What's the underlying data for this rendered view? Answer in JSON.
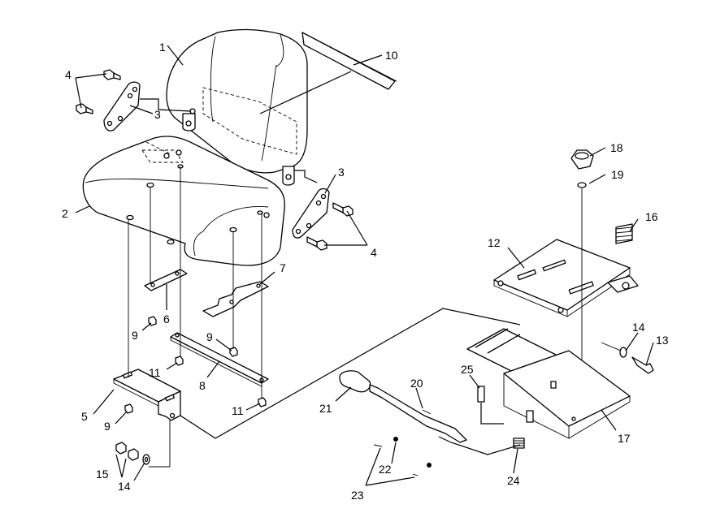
{
  "callouts": [
    {
      "id": "c1",
      "text": "1"
    },
    {
      "id": "c2",
      "text": "2"
    },
    {
      "id": "c3a",
      "text": "3"
    },
    {
      "id": "c3b",
      "text": "3"
    },
    {
      "id": "c4a",
      "text": "4"
    },
    {
      "id": "c4b",
      "text": "4"
    },
    {
      "id": "c5",
      "text": "5"
    },
    {
      "id": "c6",
      "text": "6"
    },
    {
      "id": "c7",
      "text": "7"
    },
    {
      "id": "c8",
      "text": "8"
    },
    {
      "id": "c9a",
      "text": "9"
    },
    {
      "id": "c9b",
      "text": "9"
    },
    {
      "id": "c9c",
      "text": "9"
    },
    {
      "id": "c10",
      "text": "10"
    },
    {
      "id": "c11a",
      "text": "11"
    },
    {
      "id": "c11b",
      "text": "11"
    },
    {
      "id": "c12",
      "text": "12"
    },
    {
      "id": "c13",
      "text": "13"
    },
    {
      "id": "c14a",
      "text": "14"
    },
    {
      "id": "c14b",
      "text": "14"
    },
    {
      "id": "c15",
      "text": "15"
    },
    {
      "id": "c16",
      "text": "16"
    },
    {
      "id": "c17",
      "text": "17"
    },
    {
      "id": "c18",
      "text": "18"
    },
    {
      "id": "c19",
      "text": "19"
    },
    {
      "id": "c20",
      "text": "20"
    },
    {
      "id": "c21",
      "text": "21"
    },
    {
      "id": "c22",
      "text": "22"
    },
    {
      "id": "c23",
      "text": "23"
    },
    {
      "id": "c24",
      "text": "24"
    },
    {
      "id": "c25",
      "text": "25"
    }
  ]
}
